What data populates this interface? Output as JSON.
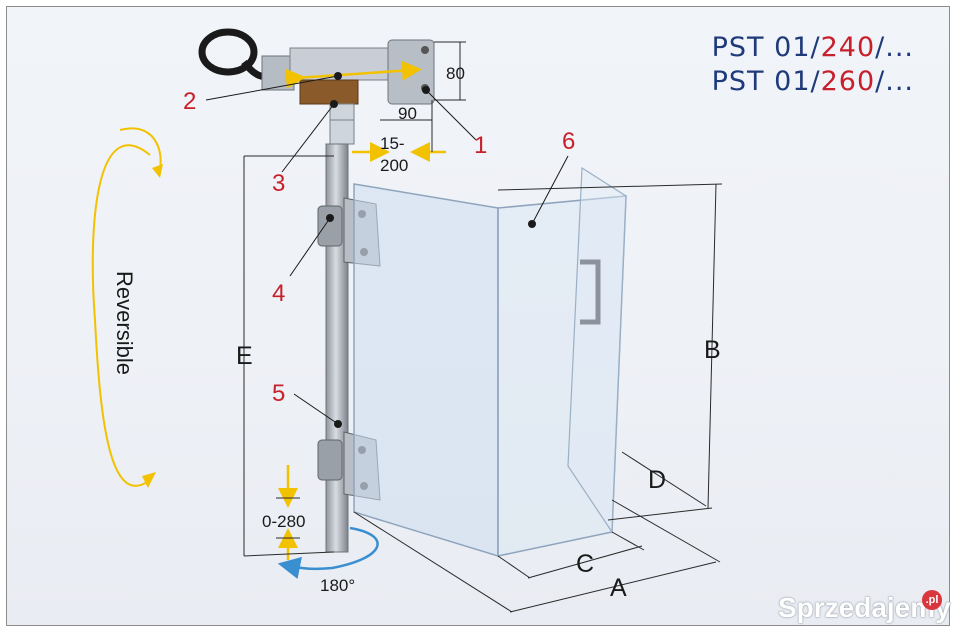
{
  "models": [
    {
      "prefix": "PST 01/",
      "code": "240",
      "suffix": "/..."
    },
    {
      "prefix": "PST 01/",
      "code": "260",
      "suffix": "/..."
    }
  ],
  "callouts": [
    "1",
    "2",
    "3",
    "4",
    "5",
    "6"
  ],
  "dimensions": {
    "d80": "80",
    "d90": "90",
    "d15_200_a": "15-",
    "d15_200_b": "200",
    "d0_280": "0-280",
    "d180": "180°",
    "A": "A",
    "B": "B",
    "C": "C",
    "D": "D",
    "E": "E"
  },
  "reversible_label": "Reversible",
  "watermark": {
    "text": "Sprzedajemy",
    "badge": ".pl"
  },
  "colors": {
    "red": "#c8202a",
    "blue": "#1f3a7a",
    "arrow_yellow": "#f2c200",
    "arrow_blue": "#3a8fd0"
  }
}
